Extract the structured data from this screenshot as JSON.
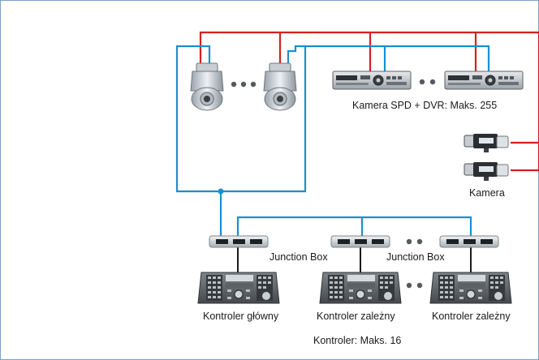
{
  "labels": {
    "dvr": "Kamera SPD + DVR: Maks. 255",
    "camera": "Kamera",
    "junction_left": "Junction Box",
    "junction_right": "Junction Box",
    "main_controller": "Kontroler główny",
    "slave_controller_1": "Kontroler zależny",
    "slave_controller_2": "Kontroler zależny",
    "controller_max": "Kontroler: Maks. 16"
  },
  "colors": {
    "red_line": "#d42020",
    "blue_line": "#1a8fd0",
    "black_line": "#1a1a1a",
    "frame_border": "#7aa2c8"
  },
  "icons": [
    "ptz-dome-camera-icon",
    "dvr-icon",
    "box-camera-icon",
    "junction-box-icon",
    "keyboard-controller-icon",
    "ellipsis-dots-icon"
  ]
}
